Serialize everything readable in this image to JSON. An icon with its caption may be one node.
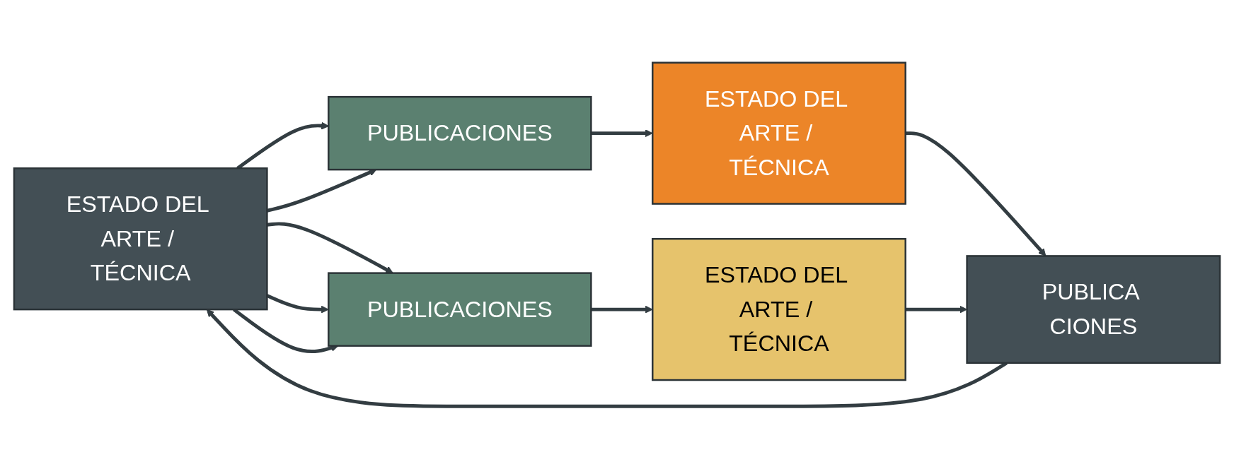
{
  "diagram": {
    "nodes": [
      {
        "text": [
          "ESTADO DEL ARTE / TÉCNICA"
        ]
      },
      {
        "text": [
          "PUBLICACIONES"
        ]
      },
      {
        "text": [
          "ESTADO DEL ARTE / TÉCNICA"
        ]
      },
      {
        "text": [
          "PUBLICACIONES"
        ]
      },
      {
        "text": [
          "ESTADO DEL ARTE / TÉCNICA"
        ]
      },
      {
        "text": [
          "PUBLICA CIONES"
        ]
      }
    ],
    "edges": [
      {
        "from": 0,
        "to": 1,
        "arrow": "to"
      },
      {
        "from": 0,
        "to": 1,
        "arrow": "to"
      },
      {
        "from": 0,
        "to": 3,
        "arrow": "to"
      },
      {
        "from": 0,
        "to": 3,
        "arrow": "to"
      },
      {
        "from": 0,
        "to": 3,
        "arrow": "to"
      },
      {
        "from": 1,
        "to": 2,
        "arrow": "to"
      },
      {
        "from": 3,
        "to": 4,
        "arrow": "to"
      },
      {
        "from": 2,
        "to": 5,
        "arrow": "to"
      },
      {
        "from": 4,
        "to": 5,
        "arrow": "to"
      },
      {
        "from": 5,
        "to": 0,
        "arrow": "to"
      }
    ]
  }
}
